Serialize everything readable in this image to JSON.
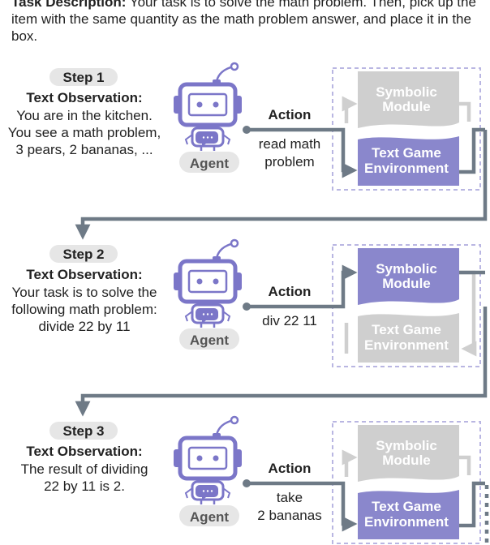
{
  "task": {
    "label": "Task Description:",
    "text": " Your task is to solve the math problem.  Then, pick up the item with the same quantity as the math problem answer, and place it in the box."
  },
  "agent_label": "Agent",
  "action_label": "Action",
  "obs_label": "Text Observation:",
  "module_labels": {
    "symbolic": [
      "Symbolic",
      "Module"
    ],
    "textgame": [
      "Text Game",
      "Environment"
    ]
  },
  "steps": [
    {
      "step_label": "Step 1",
      "observation": [
        "You are in the kitchen.",
        "You see a math problem,",
        "3 pears, 2 bananas, ..."
      ],
      "action": [
        "read math",
        "problem"
      ],
      "active": "textgame"
    },
    {
      "step_label": "Step 2",
      "observation": [
        "Your task is to solve the",
        "following math problem:",
        "divide 22 by 11"
      ],
      "action": [
        "div 22 11"
      ],
      "active": "symbolic"
    },
    {
      "step_label": "Step 3",
      "observation": [
        "The result of dividing",
        "22 by 11 is 2."
      ],
      "action": [
        "take",
        "2 bananas"
      ],
      "active": "textgame"
    }
  ],
  "colors": {
    "robot": "#7b76c8",
    "active_module": "#8a87cc",
    "inactive_module": "#cfcfcf",
    "arrow": "#6e7a86",
    "pill": "#e6e6e6",
    "dashed": "#b9b6e2"
  }
}
